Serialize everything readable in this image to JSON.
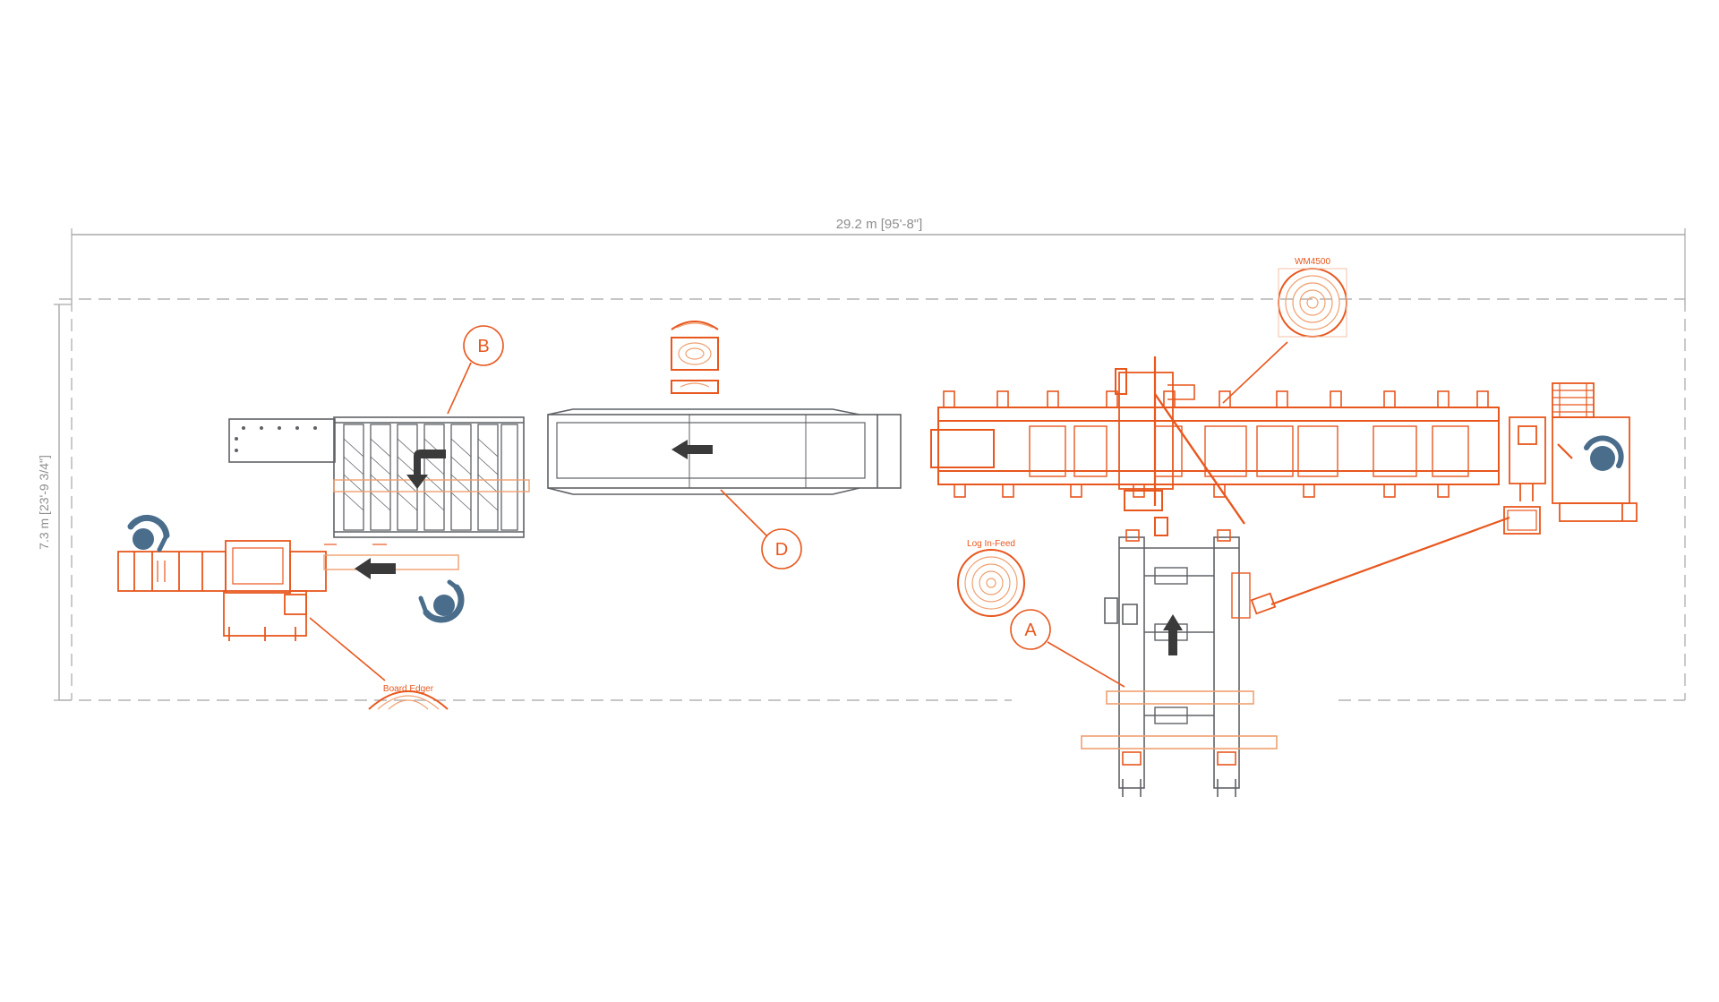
{
  "dimensions": {
    "width_label": "29.2 m [95'-8\"]",
    "height_label": "7.3 m [23'-9 3/4\"]"
  },
  "callouts": {
    "a": "A",
    "b": "B",
    "d": "D"
  },
  "labels": {
    "wm4500": "WM4500",
    "log_infeed": "Log In-Feed",
    "board_edger": "Board Edger"
  },
  "colors": {
    "orange": "#e8571e",
    "light_orange": "#f0a070",
    "gray": "#5f6266",
    "dim_gray": "#a9a9a9",
    "operator_blue": "#4a6d8c",
    "arrow_dark": "#3a3a3a"
  }
}
